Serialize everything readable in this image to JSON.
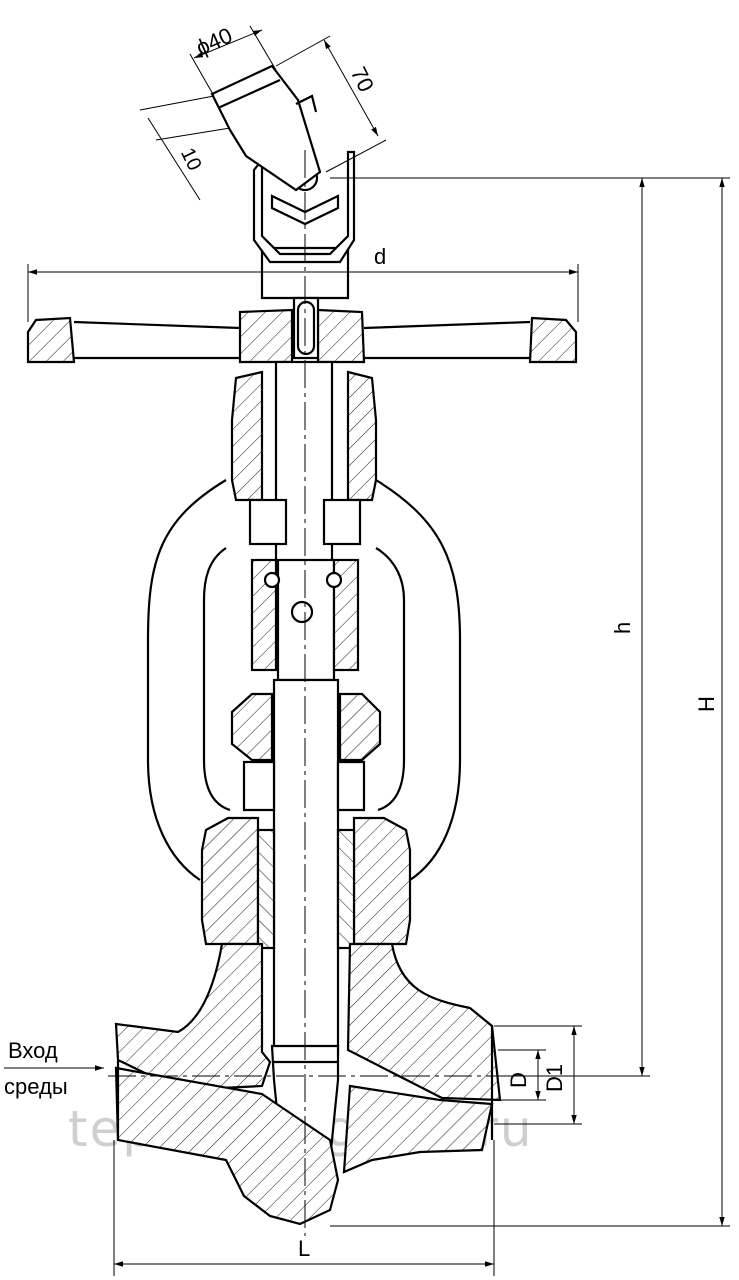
{
  "watermark": "teploenergo22.ru",
  "inlet_label_line1": "Вход",
  "inlet_label_line2": "среды",
  "dimensions": {
    "d": "d",
    "h": "h",
    "H": "H",
    "L": "L",
    "D": "D",
    "D1": "D1",
    "phi40": "ϕ40",
    "len70": "70",
    "len10": "10"
  }
}
